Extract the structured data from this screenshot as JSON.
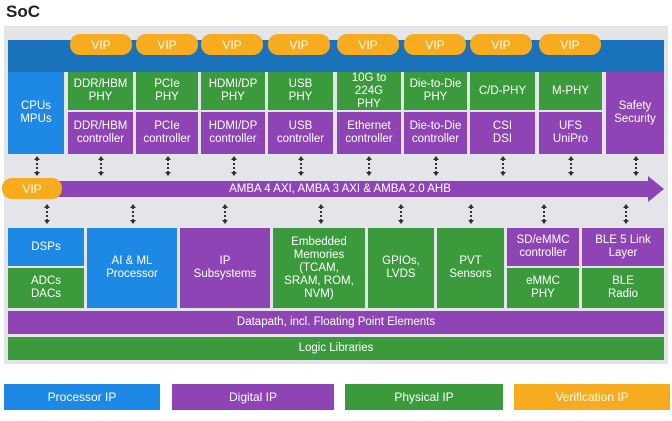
{
  "title": "SoC",
  "vip_label": "VIP",
  "bus_label": "AMBA 4 AXI, AMBA 3 AXI & AMBA 2.0  AHB",
  "top_row": {
    "cpus": "CPUs\nMPUs",
    "safety": "Safety\nSecurity",
    "phys": [
      "DDR/HBM\nPHY",
      "PCIe\nPHY",
      "HDMI/DP\nPHY",
      "USB\nPHY",
      "10G to 224G\nPHY",
      "Die-to-Die\nPHY",
      "C/D-PHY",
      "M-PHY"
    ],
    "controllers": [
      "DDR/HBM\ncontroller",
      "PCIe\ncontroller",
      "HDMI/DP\ncontroller",
      "USB\ncontroller",
      "Ethernet\ncontroller",
      "Die-to-Die\ncontroller",
      "CSI\nDSI",
      "UFS\nUniPro"
    ]
  },
  "bottom_row": {
    "dsps": "DSPs",
    "adcs": "ADCs\nDACs",
    "ai": "AI & ML\nProcessor",
    "ip_subsystems": "IP\nSubsystems",
    "memories": "Embedded\nMemories\n(TCAM,\nSRAM, ROM,\nNVM)",
    "gpios": "GPIOs,\nLVDS",
    "pvt": "PVT\nSensors",
    "sd_emmc": "SD/eMMC\ncontroller",
    "emmc_phy": "eMMC\nPHY",
    "ble_link": "BLE 5 Link\nLayer",
    "ble_radio": "BLE\nRadio"
  },
  "datapath": "Datapath, incl. Floating Point Elements",
  "logic": "Logic Libraries",
  "legend": {
    "processor": "Processor IP",
    "digital": "Digital IP",
    "physical": "Physical IP",
    "verification": "Verification IP"
  },
  "colors": {
    "processor": "#1e88e5",
    "digital": "#8e44b5",
    "physical": "#3a9a3c",
    "verification": "#f6ac1e"
  }
}
